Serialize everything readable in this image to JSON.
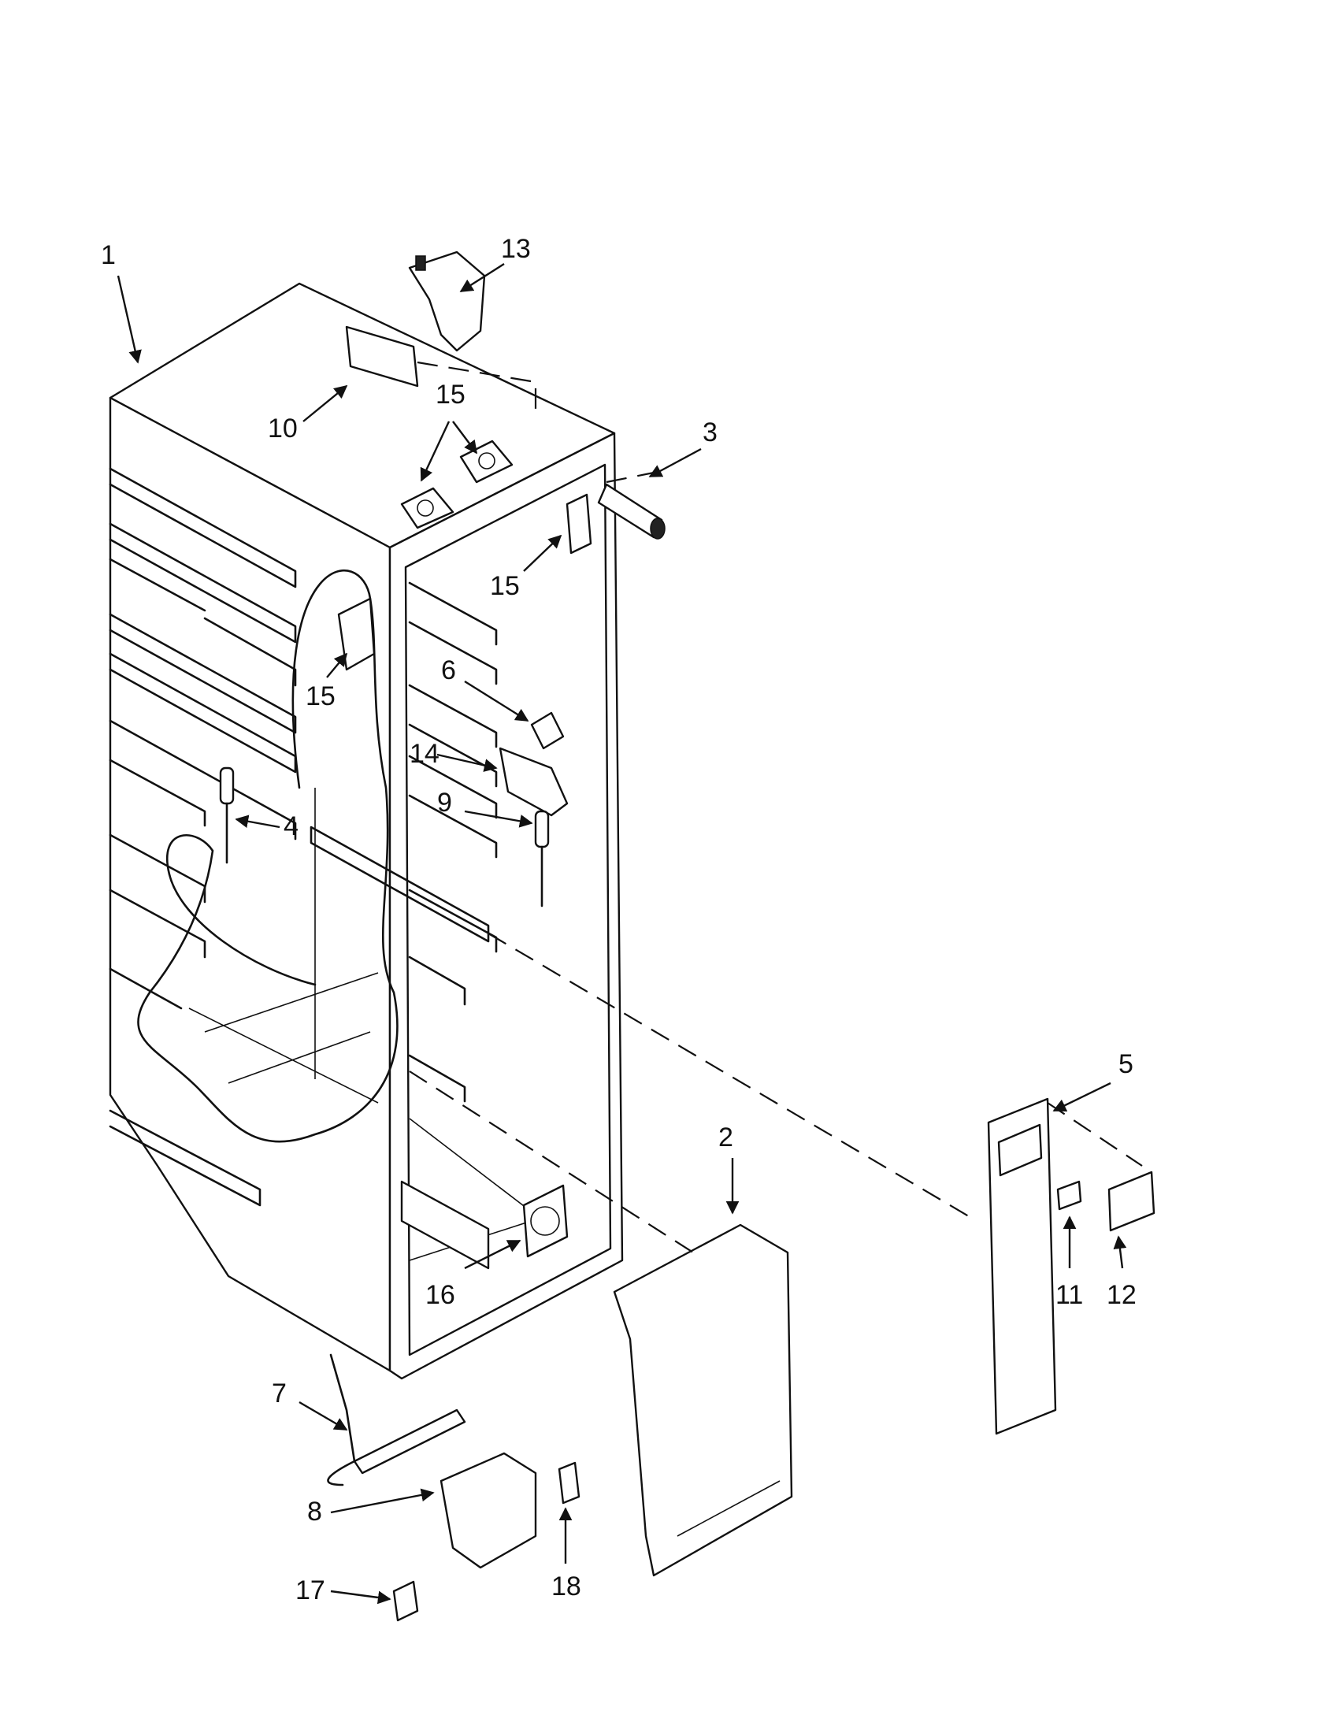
{
  "diagram": {
    "callouts": [
      {
        "id": "c1",
        "label": "1"
      },
      {
        "id": "c2",
        "label": "2"
      },
      {
        "id": "c3",
        "label": "3"
      },
      {
        "id": "c4",
        "label": "4"
      },
      {
        "id": "c5",
        "label": "5"
      },
      {
        "id": "c6",
        "label": "6"
      },
      {
        "id": "c7",
        "label": "7"
      },
      {
        "id": "c8",
        "label": "8"
      },
      {
        "id": "c9",
        "label": "9"
      },
      {
        "id": "c10",
        "label": "10"
      },
      {
        "id": "c11",
        "label": "11"
      },
      {
        "id": "c12",
        "label": "12"
      },
      {
        "id": "c13",
        "label": "13"
      },
      {
        "id": "c14",
        "label": "14"
      },
      {
        "id": "c15a",
        "label": "15"
      },
      {
        "id": "c15b",
        "label": "15"
      },
      {
        "id": "c15c",
        "label": "15"
      },
      {
        "id": "c16",
        "label": "16"
      },
      {
        "id": "c17",
        "label": "17"
      },
      {
        "id": "c18",
        "label": "18"
      }
    ]
  }
}
